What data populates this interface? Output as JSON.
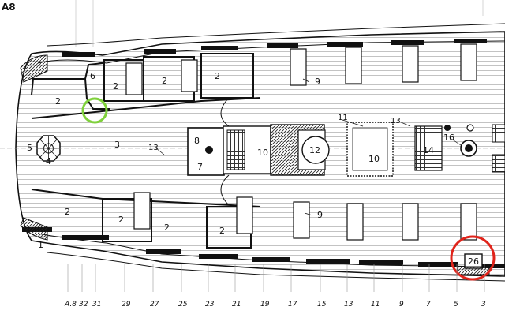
{
  "sheet": {
    "title": "A8"
  },
  "frames": [
    "A.8",
    "32",
    "31",
    "29",
    "27",
    "25",
    "23",
    "21",
    "19",
    "17",
    "15",
    "13",
    "11",
    "9",
    "7",
    "5",
    "3"
  ],
  "labels": {
    "l1": "1",
    "l2a": "2",
    "l2b": "2",
    "l2c": "2",
    "l2d": "2",
    "l2e": "2",
    "l2f": "2",
    "l2g": "2",
    "l2h": "2",
    "l3": "3",
    "l4": "4",
    "l5": "5",
    "l6": "6",
    "l7": "7",
    "l8": "8",
    "l9a": "9",
    "l9b": "9",
    "l10a": "10",
    "l10b": "10",
    "l11": "11",
    "l12": "12",
    "l13a": "13",
    "l13b": "13",
    "l14": "14",
    "l16": "16",
    "l26": "26"
  },
  "highlights": [
    {
      "shape": "circle",
      "color": "#7fd13b"
    },
    {
      "shape": "circle",
      "color": "#e0241b"
    }
  ]
}
